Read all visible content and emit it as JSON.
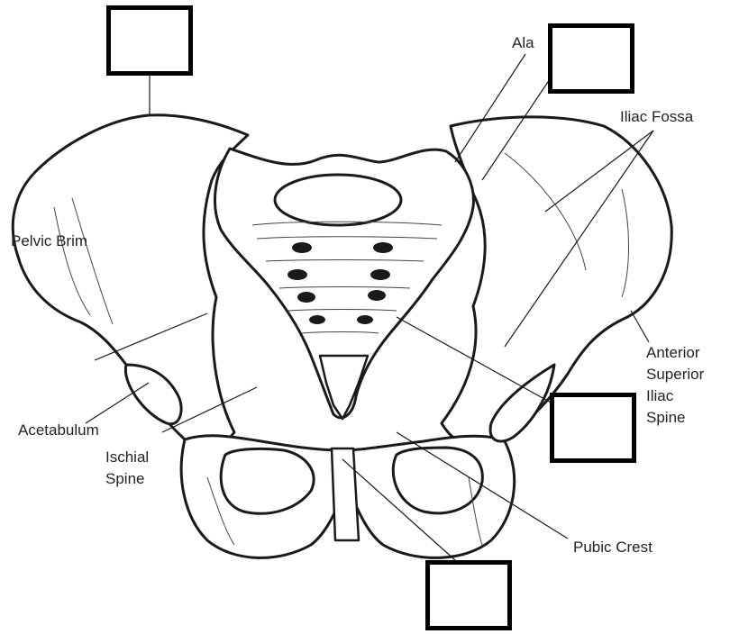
{
  "labels": {
    "ala": "Ala",
    "iliac_fossa": "Iliac Fossa",
    "pelvic_brim": "Pelvic Brim",
    "asis": [
      "Anterior",
      "Superior",
      "Iliac",
      "Spine"
    ],
    "acetabulum": "Acetabulum",
    "ischial_spine": [
      "Ischial",
      "Spine"
    ],
    "pubic_crest": "Pubic Crest"
  },
  "answer_boxes": [
    "blank",
    "blank",
    "blank",
    "blank"
  ],
  "colors": {
    "ink": "#1a1a1a",
    "box_border": "#000000",
    "background": "#ffffff"
  }
}
